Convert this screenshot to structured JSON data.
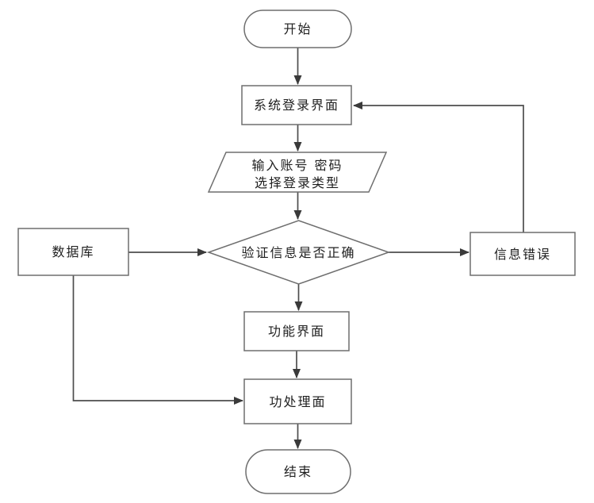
{
  "diagram": {
    "type": "flowchart",
    "background": "#ffffff",
    "colors": {
      "line": "#4d4d4d",
      "arrow": "#3a3a3a",
      "border": "#6e6e6e",
      "shape_fill": "#ffffff",
      "text": "#1f1f1f"
    },
    "nodes": {
      "start": {
        "shape": "stadium",
        "label": "开始"
      },
      "login": {
        "shape": "rectangle",
        "label": "系统登录界面"
      },
      "input": {
        "shape": "parallelogram",
        "label_line1": "输入账号 密码",
        "label_line2": "选择登录类型"
      },
      "verify": {
        "shape": "diamond",
        "label": "验证信息是否正确"
      },
      "database": {
        "shape": "rectangle",
        "label": "数据库"
      },
      "error": {
        "shape": "rectangle",
        "label": "信息错误"
      },
      "function": {
        "shape": "rectangle",
        "label": "功能界面"
      },
      "process": {
        "shape": "rectangle",
        "label": "功处理面"
      },
      "end": {
        "shape": "stadium",
        "label": "结束"
      }
    },
    "edges": [
      {
        "from": "start",
        "to": "login",
        "label": ""
      },
      {
        "from": "login",
        "to": "input",
        "label": ""
      },
      {
        "from": "input",
        "to": "verify",
        "label": ""
      },
      {
        "from": "verify",
        "to": "function",
        "label": ""
      },
      {
        "from": "function",
        "to": "process",
        "label": ""
      },
      {
        "from": "process",
        "to": "end",
        "label": ""
      },
      {
        "from": "database",
        "to": "verify",
        "label": ""
      },
      {
        "from": "verify",
        "to": "error",
        "label": ""
      },
      {
        "from": "error",
        "to": "login",
        "label": ""
      },
      {
        "from": "database",
        "to": "process",
        "label": ""
      }
    ]
  }
}
